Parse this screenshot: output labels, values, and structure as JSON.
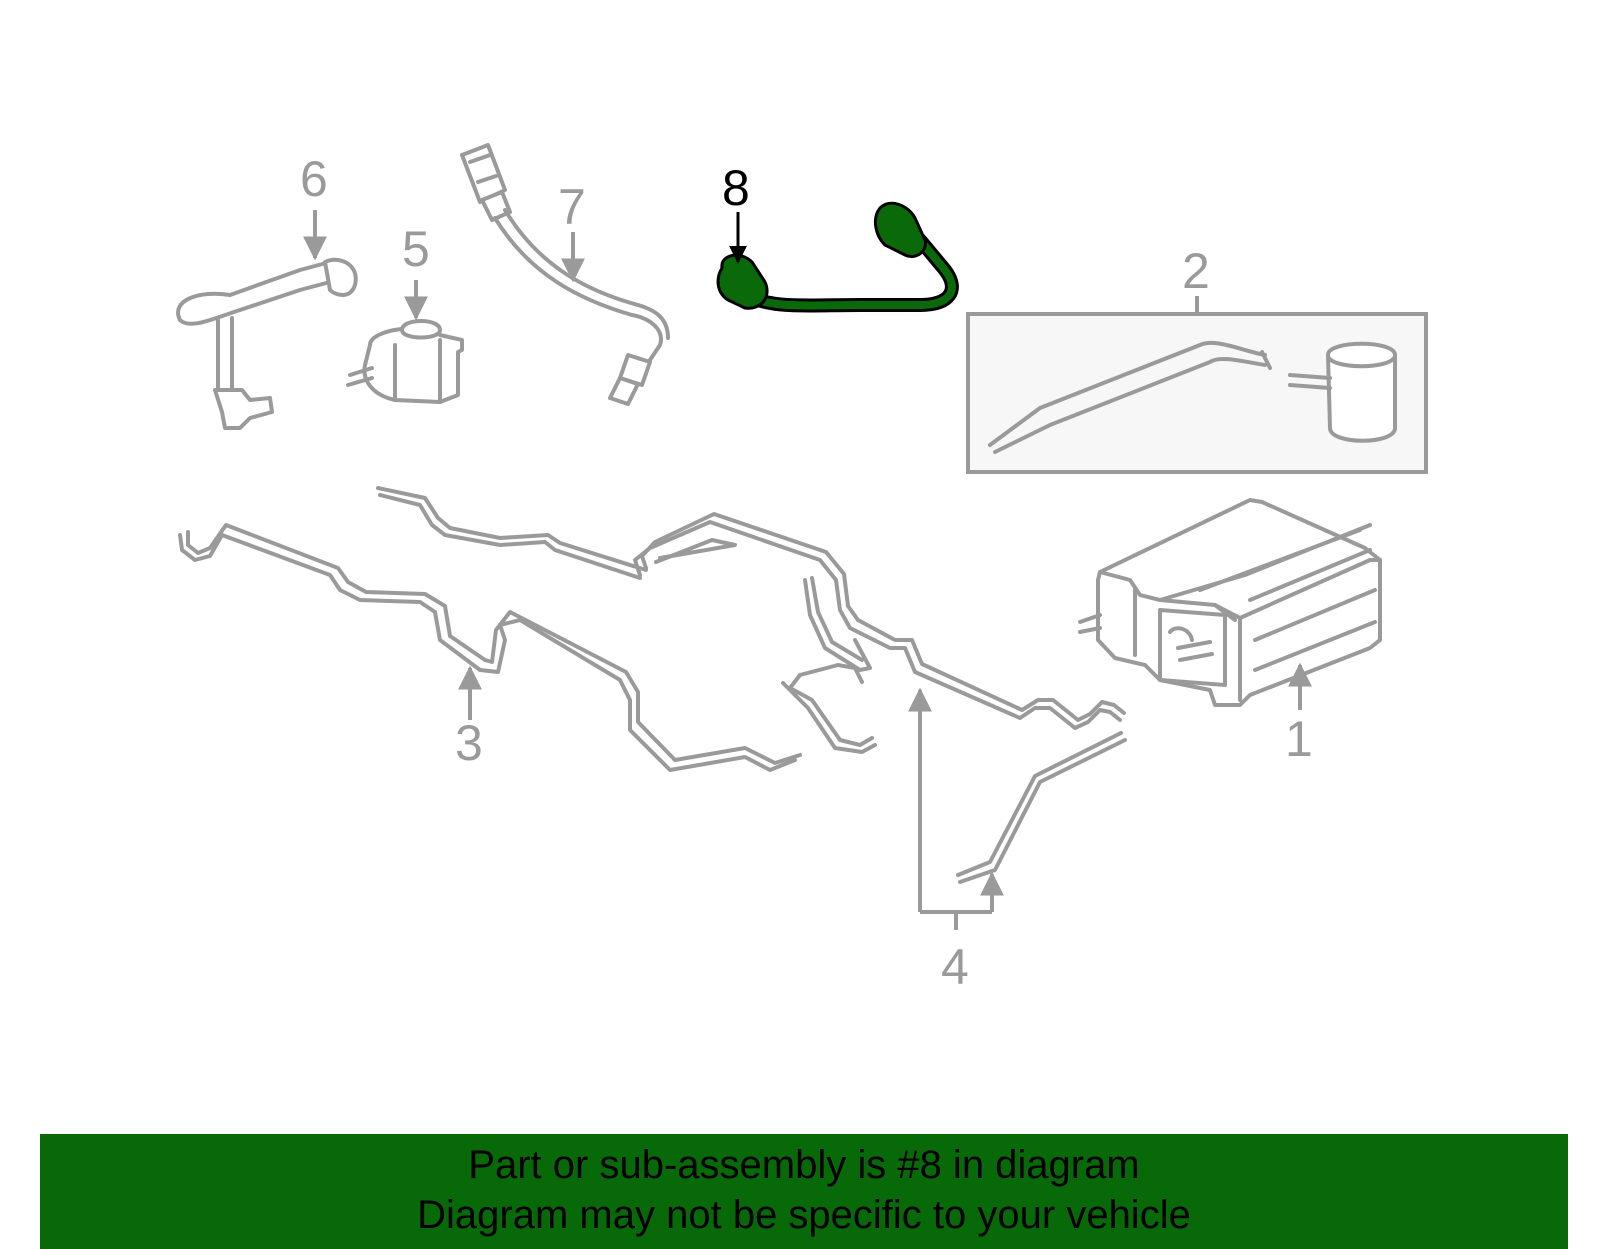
{
  "callouts": {
    "c1": "1",
    "c2": "2",
    "c3": "3",
    "c4": "4",
    "c5": "5",
    "c6": "6",
    "c7": "7",
    "c8": "8"
  },
  "highlighted_callout": "8",
  "colors": {
    "part_stroke": "#9a9a9a",
    "highlight_fill": "#0a6a0a",
    "banner_bg": "#086908",
    "text": "#000000"
  },
  "banner": {
    "line1": "Part or sub-assembly is #8 in diagram",
    "line2": "Diagram may not be specific to your vehicle"
  }
}
